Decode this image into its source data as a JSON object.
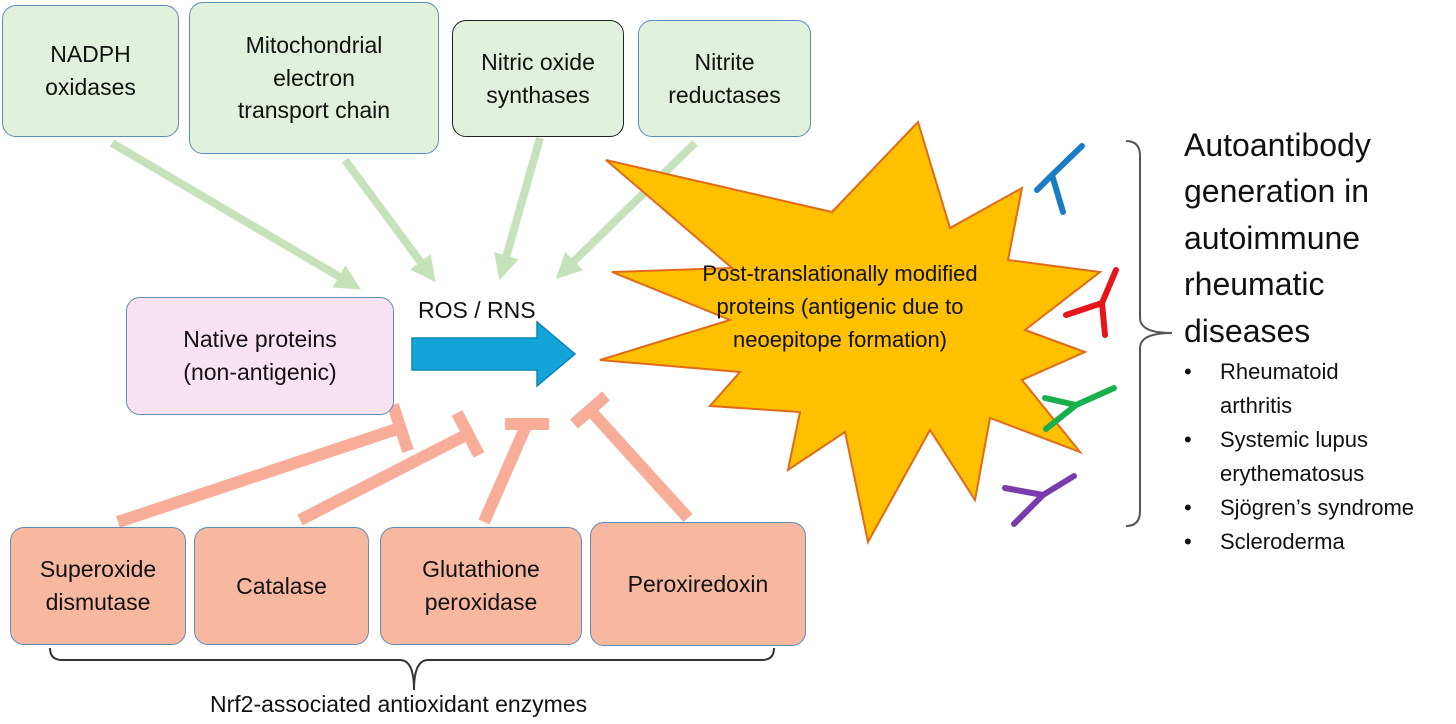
{
  "sources": [
    {
      "label_1": "NADPH",
      "label_2": "oxidases"
    },
    {
      "label_1": "Mitochondrial",
      "label_2": "electron",
      "label_3": "transport chain"
    },
    {
      "label_1": "Nitric oxide",
      "label_2": "synthases"
    },
    {
      "label_1": "Nitrite",
      "label_2": "reductases"
    }
  ],
  "native_proteins": {
    "line_1": "Native proteins",
    "line_2": "(non-antigenic)"
  },
  "ros_rns_label": "ROS / RNS",
  "modified_proteins": {
    "line_1": "Post-translationally modified",
    "line_2": "proteins (antigenic due to",
    "line_3": "neoepitope formation)"
  },
  "enzymes": [
    {
      "line_1": "Superoxide",
      "line_2": "dismutase"
    },
    {
      "line_1": "Catalase"
    },
    {
      "line_1": "Glutathione",
      "line_2": "peroxidase"
    },
    {
      "line_1": "Peroxiredoxin"
    }
  ],
  "enzyme_group_label": "Nrf2-associated antioxidant enzymes",
  "outcome": {
    "title_lines": [
      "Autoantibody",
      "generation in",
      "autoimmune",
      "rheumatic",
      "diseases"
    ],
    "diseases": [
      {
        "line_1": "Rheumatoid",
        "line_2": "arthritis"
      },
      {
        "line_1": "Systemic lupus",
        "line_2": "erythematosus"
      },
      {
        "line_1": "Sjögren’s syndrome"
      },
      {
        "line_1": "Scleroderma"
      }
    ]
  },
  "colors": {
    "source_arrow": "#c6e2bb",
    "inhibition": "#f7ad98",
    "ros_arrow": "#13a4d9",
    "star_fill": "#ffc000",
    "star_stroke": "#e06a1a",
    "antibody_blue": "#1a7dc4",
    "antibody_red": "#e8141c",
    "antibody_green": "#18b04c",
    "antibody_purple": "#7a3bad"
  }
}
